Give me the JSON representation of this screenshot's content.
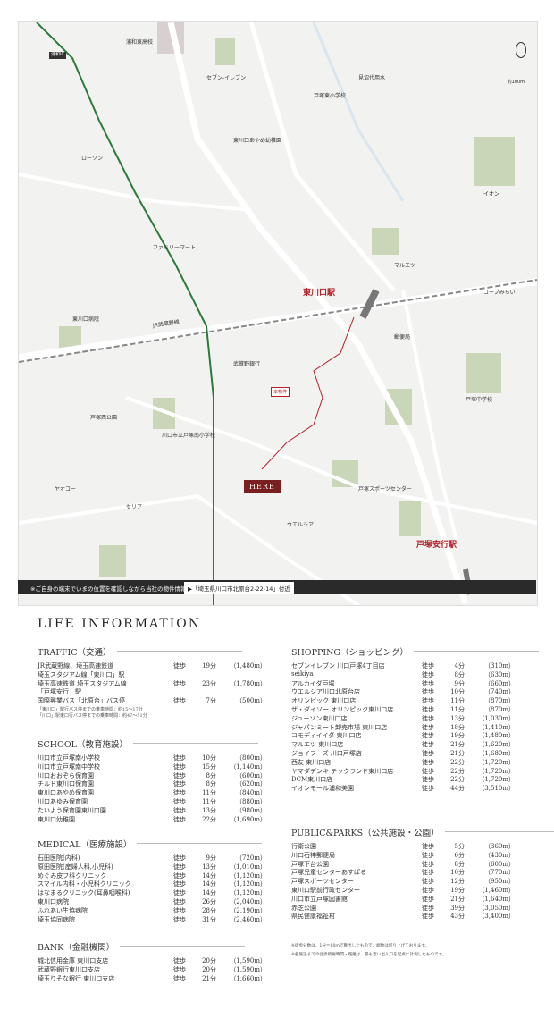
{
  "map": {
    "stations": {
      "higashi_kawaguchi": "東川口駅",
      "tozukaangyo": "戸塚安行駅"
    },
    "here_label": "HERE",
    "here_small": "本物件",
    "ic_label": "浦和IC",
    "rail_label": "JR武蔵野線",
    "scale_label": "約100m",
    "labels": [
      {
        "t": "浦和東高校"
      },
      {
        "t": "セブン-イレブン"
      },
      {
        "t": "ローソン"
      },
      {
        "t": "ファミリーマート"
      },
      {
        "t": "東川口病院"
      },
      {
        "t": "戸塚西公園"
      },
      {
        "t": "戸塚東小学校"
      },
      {
        "t": "イオン"
      },
      {
        "t": "マルエツ"
      },
      {
        "t": "戸塚中学校"
      },
      {
        "t": "川口市立戸塚南小学校"
      },
      {
        "t": "戸塚スポーツセンター"
      },
      {
        "t": "武蔵野銀行"
      },
      {
        "t": "郵便局"
      },
      {
        "t": "東川口あやめ幼稚園"
      },
      {
        "t": "ウエルシア"
      },
      {
        "t": "セリア"
      },
      {
        "t": "コープみらい"
      },
      {
        "t": "ヤオコー"
      },
      {
        "t": "見沼代用水"
      }
    ],
    "banner_text": "※ご自身の端末でいまの位置を確認しながら当社の物件情報もどうぞ",
    "banner_addr": "▶「埼玉県川口市北原台2-22-14」付近"
  },
  "info": {
    "title": "LIFE INFORMATION",
    "walk": "徒歩",
    "traffic": {
      "heading": "TRAFFIC（交通）",
      "rows": [
        {
          "n": "JR武蔵野線、埼玉高速鉄道",
          "m": "19分",
          "d": "1,480m"
        },
        {
          "n": "埼玉スタジアム線「東川口」駅",
          "m": "",
          "d": ""
        },
        {
          "n": "埼玉高速鉄道 埼玉スタジアム線",
          "m": "23分",
          "d": "1,780m"
        },
        {
          "n": "「戸塚安行」駅",
          "m": "",
          "d": ""
        },
        {
          "n": "国際興業バス「北原台」バス停",
          "m": "7分",
          "d": "500m"
        }
      ],
      "notes": [
        "「東川口」駅行バス停までの乗車時間：約15〜17分",
        "「川口」駅東口行バス停までの乗車時間：約47〜51分"
      ]
    },
    "school": {
      "heading": "SCHOOL（教育施設）",
      "rows": [
        {
          "n": "川口市立戸塚南小学校",
          "m": "10分",
          "d": "800m"
        },
        {
          "n": "川口市立戸塚南中学校",
          "m": "15分",
          "d": "1,140m"
        },
        {
          "n": "川口おおぞら保育園",
          "m": "8分",
          "d": "600m"
        },
        {
          "n": "チルド東川口保育園",
          "m": "8分",
          "d": "620m"
        },
        {
          "n": "東川口あやめ保育園",
          "m": "11分",
          "d": "840m"
        },
        {
          "n": "川口あゆみ保育園",
          "m": "11分",
          "d": "880m"
        },
        {
          "n": "たいよう保育園東川口園",
          "m": "13分",
          "d": "980m"
        },
        {
          "n": "東川口幼稚園",
          "m": "22分",
          "d": "1,690m"
        }
      ]
    },
    "medical": {
      "heading": "MEDICAL（医療施設）",
      "rows": [
        {
          "n": "石田医院(内科)",
          "m": "9分",
          "d": "720m"
        },
        {
          "n": "原田医院(産婦人科,小児科)",
          "m": "13分",
          "d": "1,010m"
        },
        {
          "n": "めぐみ皮フ科クリニック",
          "m": "14分",
          "d": "1,120m"
        },
        {
          "n": "スマイル内科・小児科クリニック",
          "m": "14分",
          "d": "1,120m"
        },
        {
          "n": "はなまるクリニック(耳鼻咽喉科)",
          "m": "14分",
          "d": "1,120m"
        },
        {
          "n": "東川口病院",
          "m": "26分",
          "d": "2,040m"
        },
        {
          "n": "ふれあい生協病院",
          "m": "28分",
          "d": "2,190m"
        },
        {
          "n": "埼玉協同病院",
          "m": "31分",
          "d": "2,460m"
        }
      ]
    },
    "bank": {
      "heading": "BANK（金融機関）",
      "rows": [
        {
          "n": "城北信用金庫 東川口支店",
          "m": "20分",
          "d": "1,590m"
        },
        {
          "n": "武蔵野銀行東川口支店",
          "m": "20分",
          "d": "1,590m"
        },
        {
          "n": "埼玉りそな銀行 東川口支店",
          "m": "21分",
          "d": "1,660m"
        }
      ]
    },
    "shopping": {
      "heading": "SHOPPING（ショッピング）",
      "rows": [
        {
          "n": "セブンイレブン 川口戸塚4丁目店",
          "m": "4分",
          "d": "310m"
        },
        {
          "n": "seikiya",
          "m": "8分",
          "d": "630m"
        },
        {
          "n": "アルカイダ戸塚",
          "m": "9分",
          "d": "660m"
        },
        {
          "n": "ウエルシア川口北原台店",
          "m": "10分",
          "d": "740m"
        },
        {
          "n": "オリンピック 東川口店",
          "m": "11分",
          "d": "870m"
        },
        {
          "n": "ザ・ダイソー オリンピック東川口店",
          "m": "11分",
          "d": "870m"
        },
        {
          "n": "ジューソン東川口店",
          "m": "13分",
          "d": "1,030m"
        },
        {
          "n": "ジャパンミート卸売市場 東川口店",
          "m": "18分",
          "d": "1,410m"
        },
        {
          "n": "コモディイイダ 東川口店",
          "m": "19分",
          "d": "1,480m"
        },
        {
          "n": "マルエツ 東川口店",
          "m": "21分",
          "d": "1,620m"
        },
        {
          "n": "ジョイフーズ 川口戸塚店",
          "m": "21分",
          "d": "1,680m"
        },
        {
          "n": "西友 東川口店",
          "m": "22分",
          "d": "1,720m"
        },
        {
          "n": "ヤマダデンキ テックランド東川口店",
          "m": "22分",
          "d": "1,720m"
        },
        {
          "n": "DCM東川口店",
          "m": "22分",
          "d": "1,720m"
        },
        {
          "n": "イオンモール浦和美園",
          "m": "44分",
          "d": "3,510m"
        }
      ]
    },
    "parks": {
      "heading": "PUBLIC&PARKS（公共施設・公園）",
      "rows": [
        {
          "n": "行衛公園",
          "m": "5分",
          "d": "360m"
        },
        {
          "n": "川口石神郵便局",
          "m": "6分",
          "d": "430m"
        },
        {
          "n": "戸塚下台公園",
          "m": "8分",
          "d": "600m"
        },
        {
          "n": "戸塚児童センターあすぱる",
          "m": "10分",
          "d": "770m"
        },
        {
          "n": "戸塚スポーツセンター",
          "m": "12分",
          "d": "950m"
        },
        {
          "n": "東川口駅前行政センター",
          "m": "19分",
          "d": "1,460m"
        },
        {
          "n": "川口市立戸塚図書館",
          "m": "21分",
          "d": "1,640m"
        },
        {
          "n": "赤芝公園",
          "m": "39分",
          "d": "3,050m"
        },
        {
          "n": "県民健康福祉村",
          "m": "43分",
          "d": "3,400m"
        }
      ]
    },
    "footnotes": [
      "※徒歩分数は、1分＝80mで算出したもので、端数は切り上げております。",
      "※各施設までの徒歩所要時間・距離は、最も近い出入口を起点に計測したものです。"
    ]
  },
  "colors": {
    "station": "#b3202a",
    "green_line": "#2e7a3a",
    "here_bg": "#7a1f1f",
    "park": "#c9d6b8"
  }
}
